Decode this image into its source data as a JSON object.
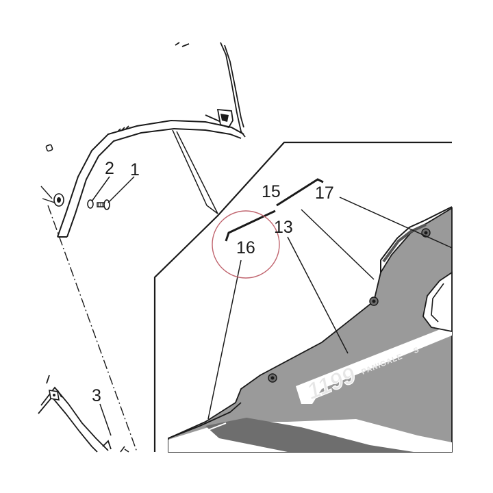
{
  "callouts": {
    "c1": "1",
    "c2": "2",
    "c3": "3",
    "c13": "13",
    "c15": "15",
    "c16": "16",
    "c17": "17"
  },
  "logo": {
    "model": "1199",
    "name": "PANIGALE",
    "variant": "S"
  },
  "colors": {
    "line": "#1a1a1a",
    "fairing_gray": "#9a9a9a",
    "fairing_dark": "#6e6e6e",
    "highlight_circle": "#c0646e"
  }
}
